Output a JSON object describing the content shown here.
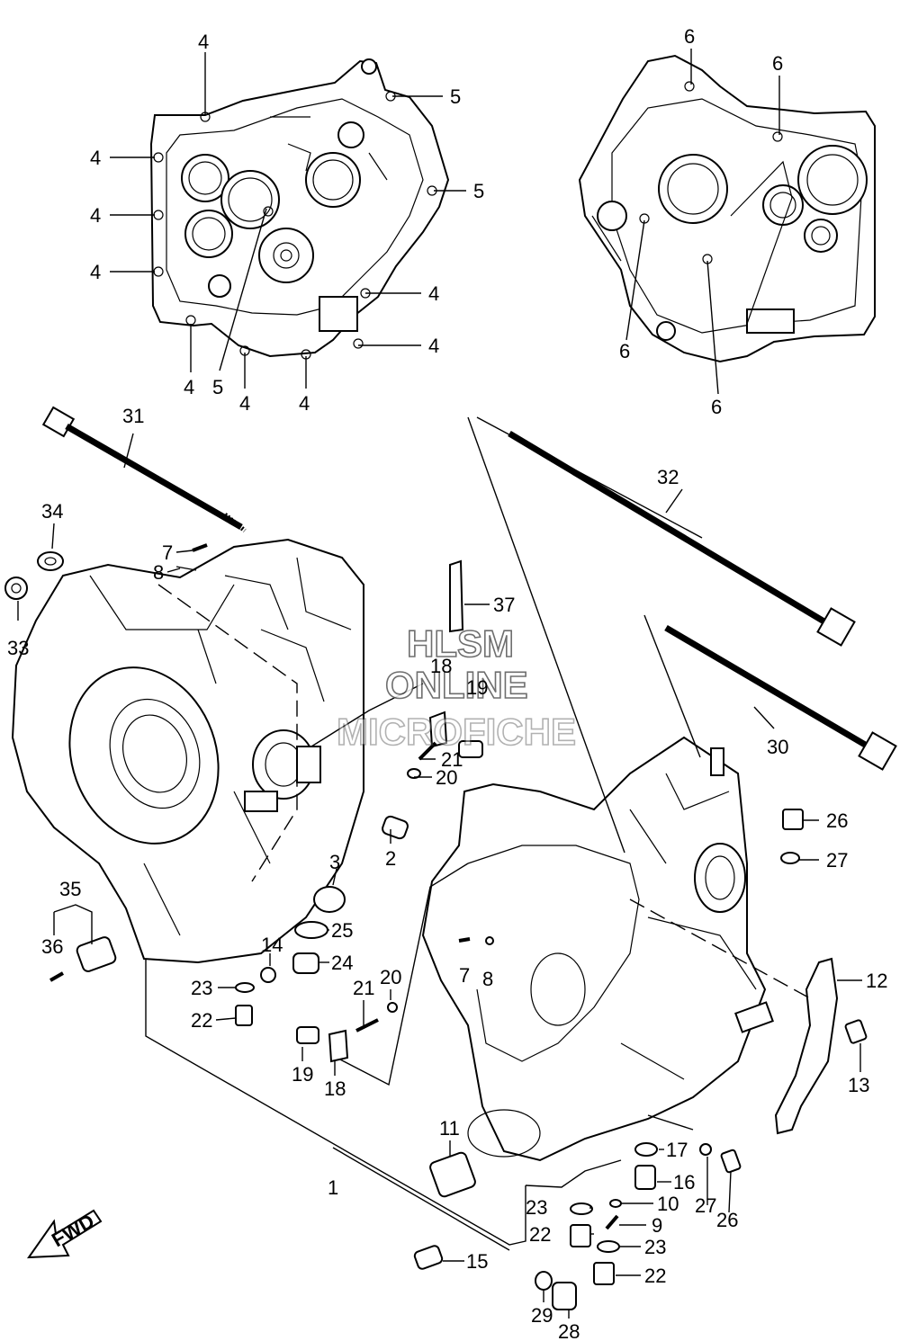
{
  "callouts": {
    "c1": "1",
    "c2": "2",
    "c3": "3",
    "c4": "4",
    "c5": "5",
    "c6": "6",
    "c7": "7",
    "c8": "8",
    "c9": "9",
    "c10": "10",
    "c11": "11",
    "c12": "12",
    "c13": "13",
    "c14": "14",
    "c15": "15",
    "c16": "16",
    "c17": "17",
    "c18": "18",
    "c19": "19",
    "c20": "20",
    "c21": "21",
    "c22": "22",
    "c23": "23",
    "c24": "24",
    "c25": "25",
    "c26": "26",
    "c27": "27",
    "c28": "28",
    "c29": "29",
    "c30": "30",
    "c31": "31",
    "c32": "32",
    "c33": "33",
    "c34": "34",
    "c35": "35",
    "c36": "36",
    "c37": "37"
  },
  "watermark": {
    "line1": "HLSM",
    "line2": "ONLINE",
    "line3": "MICROFICHE"
  },
  "fwd_label": "FWD"
}
